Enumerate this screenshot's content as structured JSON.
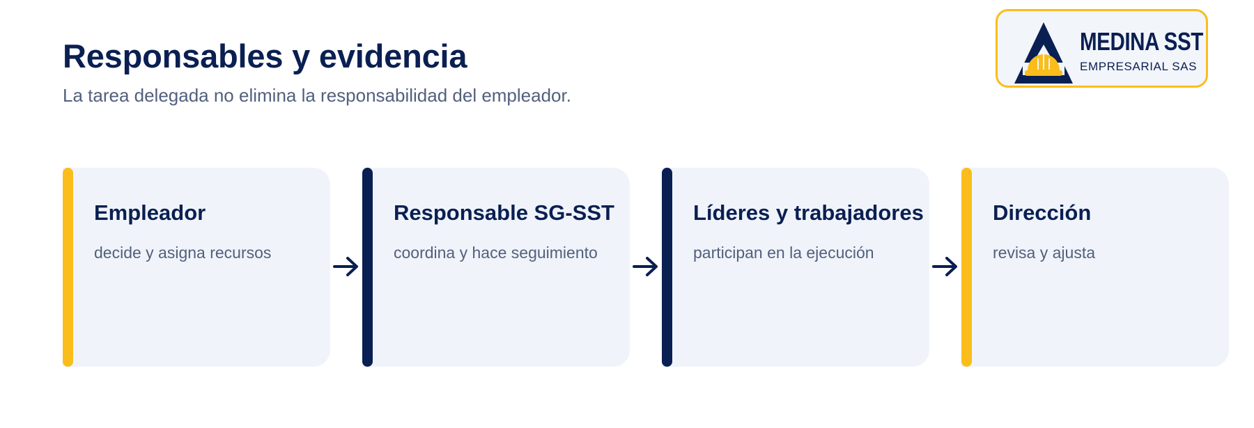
{
  "header": {
    "title": "Responsables y evidencia",
    "subtitle": "La tarea delegada no elimina la responsabilidad del empleador."
  },
  "logo": {
    "name": "MEDINA SST",
    "sub": "EMPRESARIAL SAS"
  },
  "flow": {
    "steps": [
      {
        "title": "Empleador",
        "description": "decide y asigna recursos",
        "accent": "#fbbd1c"
      },
      {
        "title": "Responsable SG-SST",
        "description": "coordina y hace seguimiento",
        "accent": "#0a1f52"
      },
      {
        "title": "Líderes y trabajadores",
        "description": "participan en la ejecución",
        "accent": "#0a1f52"
      },
      {
        "title": "Dirección",
        "description": "revisa y ajusta",
        "accent": "#fbbd1c"
      }
    ],
    "connector_icon": "arrow-right-icon"
  },
  "colors": {
    "navy": "#0a1f52",
    "yellow": "#fbbd1c",
    "card_bg": "#f0f4fa",
    "muted_text": "#52607d"
  }
}
